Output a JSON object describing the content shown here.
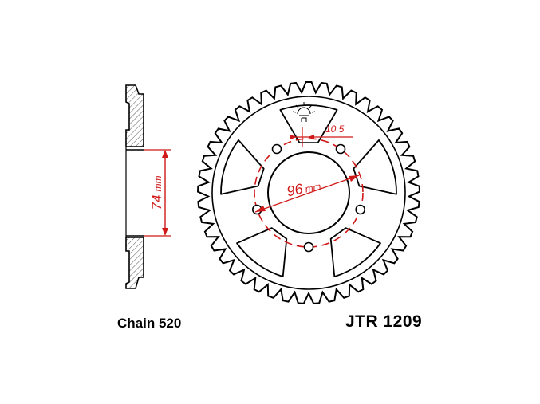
{
  "dimensions": {
    "bolt_circle": {
      "value": "96",
      "unit": "mm"
    },
    "center_bore": {
      "value": "74",
      "unit": "mm"
    },
    "bolt_hole": {
      "value": "10.5"
    }
  },
  "captions": {
    "chain": "Chain 520",
    "part_number": "JTR 1209"
  },
  "colors": {
    "outline": "#000000",
    "dimension": "#d01818",
    "hatch": "#555555",
    "background": "#ffffff"
  },
  "sprocket": {
    "teeth": 45,
    "bolt_holes": 5,
    "windows": 5
  },
  "icons": {
    "logo": "jt-sun-logo-icon"
  }
}
